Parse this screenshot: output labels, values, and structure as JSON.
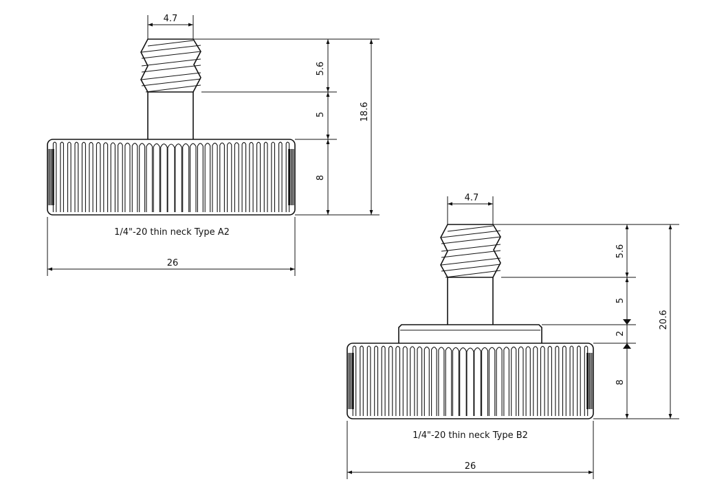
{
  "type_a2": {
    "caption": "1/4\"-20 thin neck Type A2",
    "dims": {
      "thread_dia": "4.7",
      "thread_len": "5.6",
      "neck_len": "5",
      "knob_h": "8",
      "overall_h": "18.6",
      "knob_dia": "26"
    }
  },
  "type_b2": {
    "caption": "1/4\"-20 thin neck Type B2",
    "dims": {
      "thread_dia": "4.7",
      "thread_len": "5.6",
      "neck_len": "5",
      "collar_h": "2",
      "knob_h": "8",
      "overall_h": "20.6",
      "knob_dia": "26"
    }
  },
  "style": {
    "line_color": "#111111",
    "background": "#ffffff"
  }
}
